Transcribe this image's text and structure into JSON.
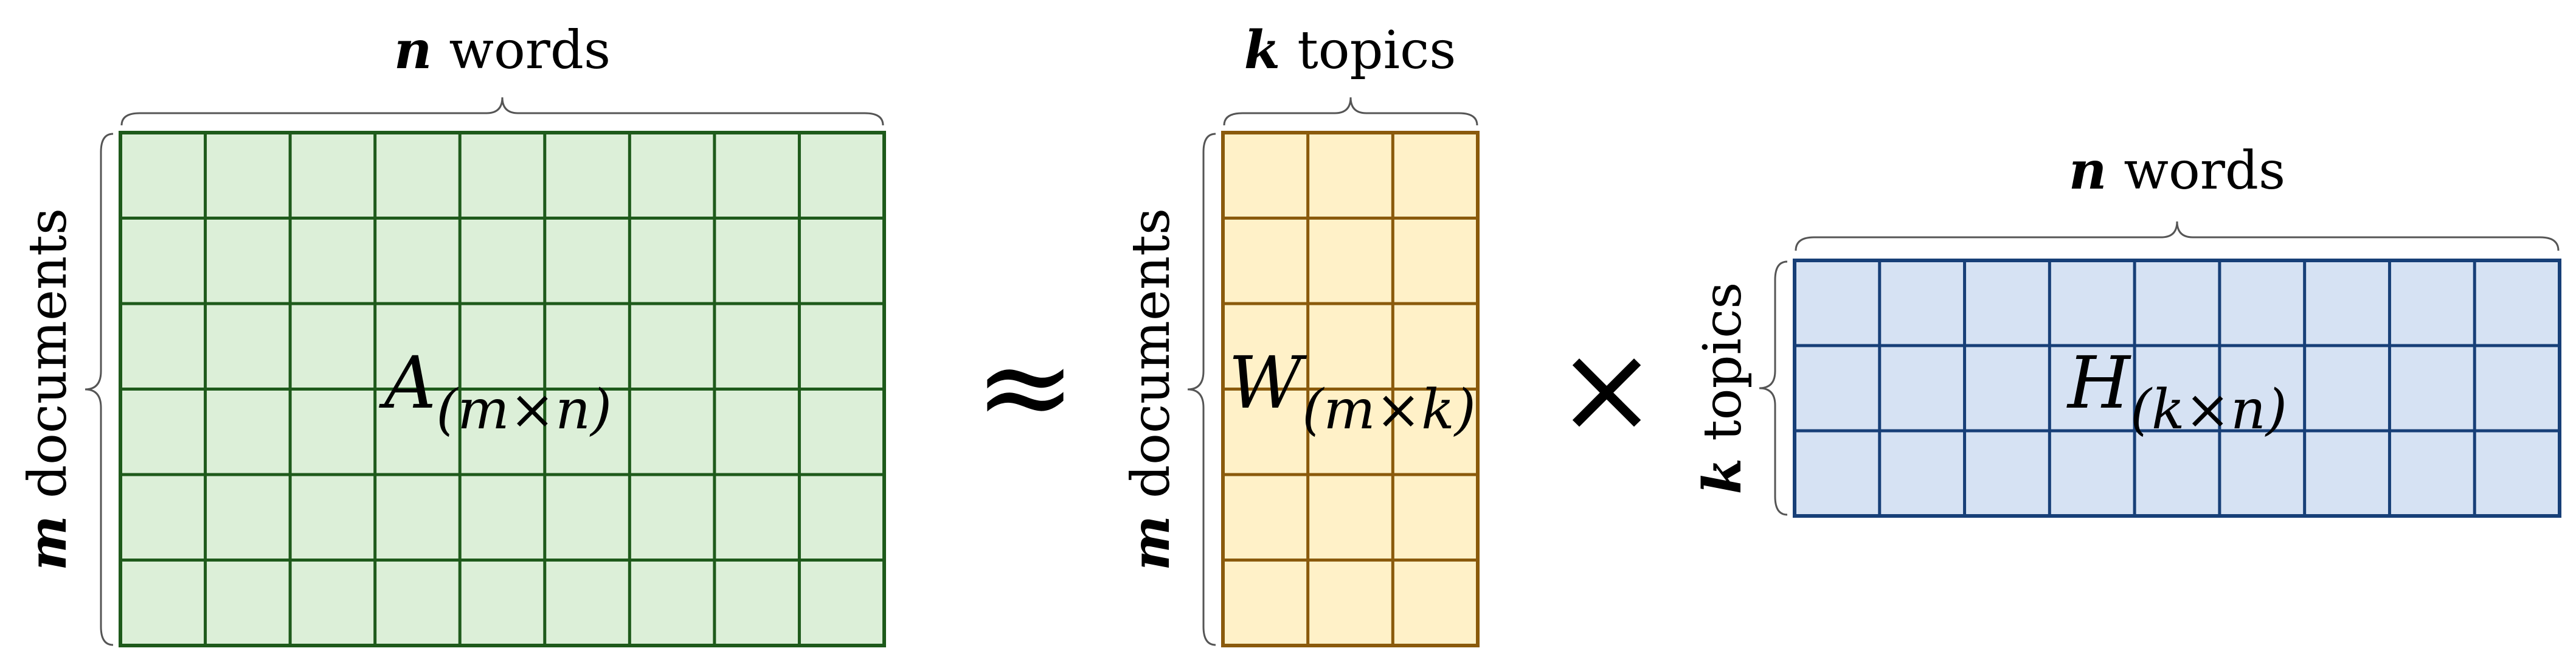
{
  "colors": {
    "matrix_a_fill": "#dcefd8",
    "matrix_a_stroke": "#1e5a1b",
    "matrix_w_fill": "#fff1c8",
    "matrix_w_stroke": "#8a5a0c",
    "matrix_h_fill": "#d6e2f3",
    "matrix_h_stroke": "#173f77",
    "brace": "#555555"
  },
  "matrix_a": {
    "rows": 6,
    "cols": 9,
    "label_main": "A",
    "label_sub": "(m×n)",
    "top_var": "n",
    "top_text": "words",
    "left_var": "m",
    "left_text": "documents"
  },
  "approx_symbol": "≈",
  "matrix_w": {
    "rows": 6,
    "cols": 3,
    "label_main": "W",
    "label_sub": "(m×k)",
    "top_var": "k",
    "top_text": "topics",
    "left_var": "m",
    "left_text": "documents"
  },
  "times_symbol": "×",
  "matrix_h": {
    "rows": 3,
    "cols": 9,
    "label_main": "H",
    "label_sub": "(k×n)",
    "top_var": "n",
    "top_text": "words",
    "left_var": "k",
    "left_text": "topics"
  }
}
